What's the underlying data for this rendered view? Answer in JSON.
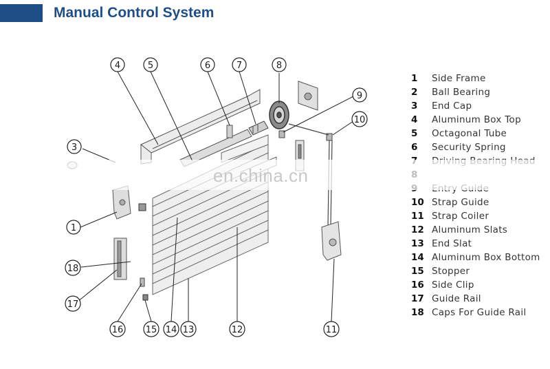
{
  "title": "Manual Control System",
  "watermark": "en.china.cn",
  "callouts": [
    {
      "num": "1"
    },
    {
      "num": "3"
    },
    {
      "num": "4"
    },
    {
      "num": "5"
    },
    {
      "num": "6"
    },
    {
      "num": "7"
    },
    {
      "num": "8"
    },
    {
      "num": "9"
    },
    {
      "num": "10"
    },
    {
      "num": "11"
    },
    {
      "num": "12"
    },
    {
      "num": "13"
    },
    {
      "num": "14"
    },
    {
      "num": "15"
    },
    {
      "num": "16"
    },
    {
      "num": "17"
    },
    {
      "num": "18"
    }
  ],
  "legend": [
    {
      "num": "1",
      "name": "Side Frame"
    },
    {
      "num": "2",
      "name": "Ball Bearing"
    },
    {
      "num": "3",
      "name": "End Cap"
    },
    {
      "num": "4",
      "name": "Aluminum Box Top"
    },
    {
      "num": "5",
      "name": "Octagonal Tube"
    },
    {
      "num": "6",
      "name": "Security Spring"
    },
    {
      "num": "7",
      "name": "Driving Bearing Head"
    },
    {
      "num": "8",
      "name": ""
    },
    {
      "num": "9",
      "name": "Entry Guide"
    },
    {
      "num": "10",
      "name": "Strap Guide"
    },
    {
      "num": "11",
      "name": "Strap Coiler"
    },
    {
      "num": "12",
      "name": "Aluminum Slats"
    },
    {
      "num": "13",
      "name": "End Slat"
    },
    {
      "num": "14",
      "name": "Aluminum Box Bottom"
    },
    {
      "num": "15",
      "name": "Stopper"
    },
    {
      "num": "16",
      "name": "Side Clip"
    },
    {
      "num": "17",
      "name": "Guide Rail"
    },
    {
      "num": "18",
      "name": "Caps For Guide Rail"
    }
  ],
  "colors": {
    "title": "#1d4f86",
    "line": "#222222",
    "part_fill": "#e6e6e6",
    "part_stroke": "#555555"
  }
}
